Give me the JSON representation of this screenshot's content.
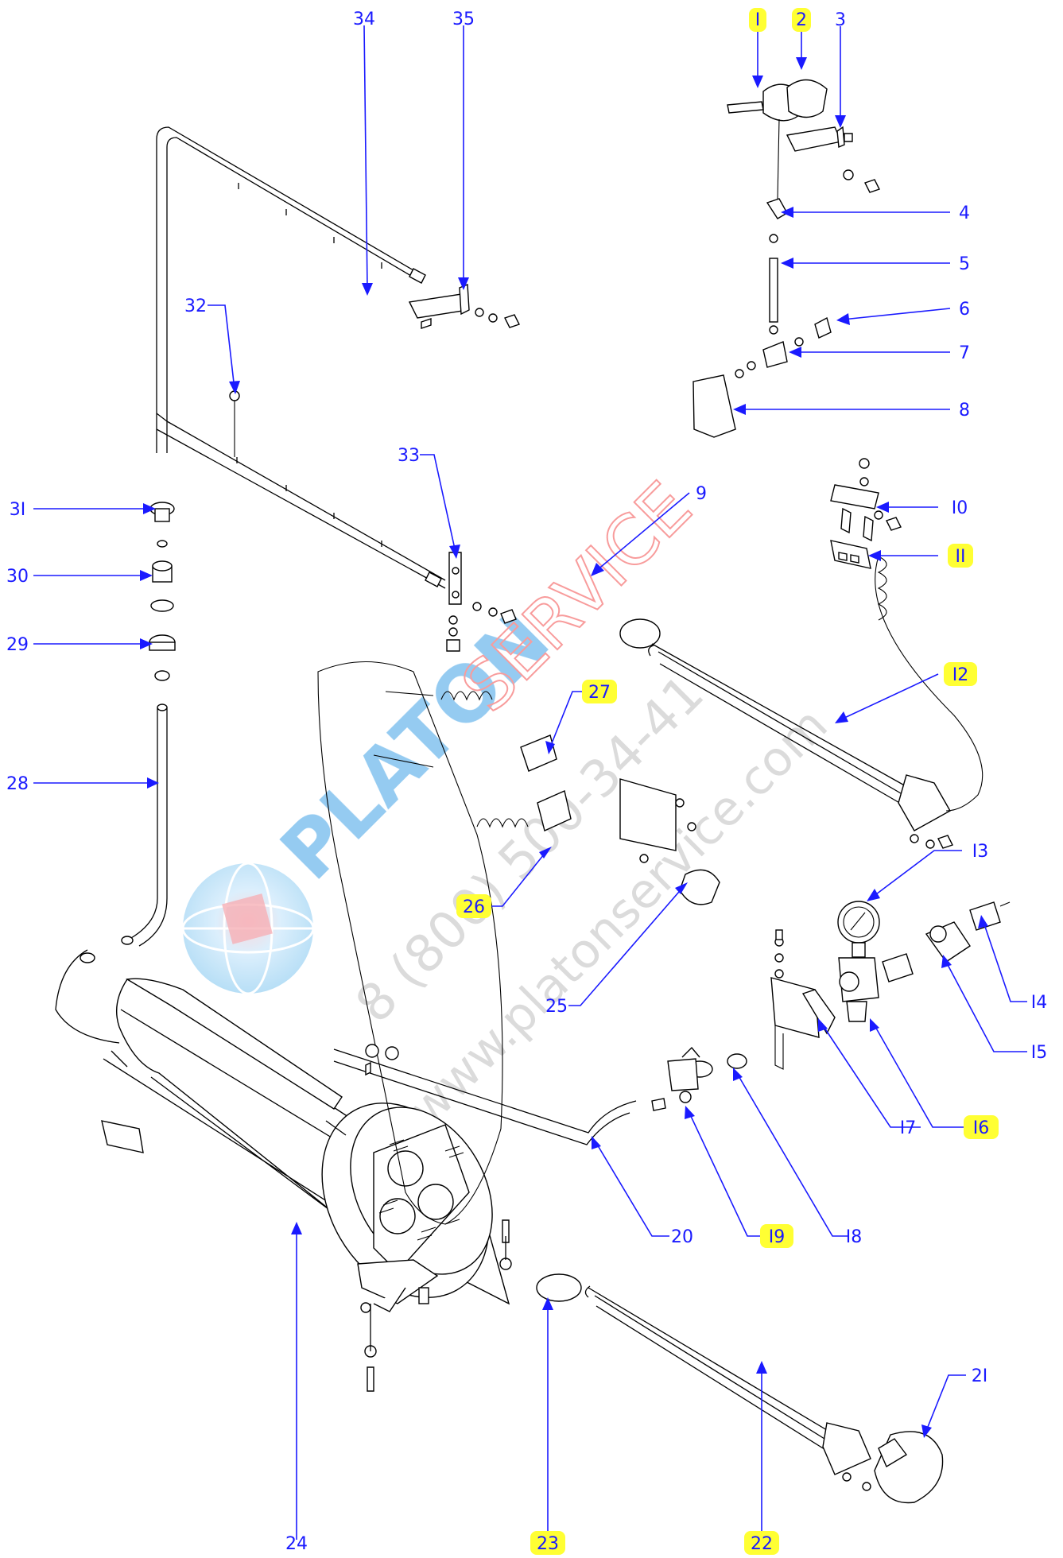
{
  "highlight_color": "#ffff33",
  "label_color": "#1a1aff",
  "watermark": {
    "brand_left": "PLATON",
    "brand_right": "SERVICE",
    "phone": "8 (800) 500-34-41",
    "site": "www.platonservice.com",
    "colors": {
      "left": "#3ea1e6",
      "right": "#f24c4c",
      "text": "#bdbdbd"
    }
  },
  "callouts": {
    "c1": "I",
    "c2": "2",
    "c3": "3",
    "c4": "4",
    "c5": "5",
    "c6": "6",
    "c7": "7",
    "c8": "8",
    "c9": "9",
    "c10": "I0",
    "c11": "II",
    "c12": "I2",
    "c13": "I3",
    "c14": "I4",
    "c15": "I5",
    "c16": "I6",
    "c17": "I7",
    "c18": "I8",
    "c19": "I9",
    "c20": "20",
    "c21": "2I",
    "c22": "22",
    "c23": "23",
    "c24": "24",
    "c25": "25",
    "c26": "26",
    "c27": "27",
    "c28": "28",
    "c29": "29",
    "c30": "30",
    "c31": "3I",
    "c32": "32",
    "c33": "33",
    "c34": "34",
    "c35": "35"
  },
  "highlighted": [
    "c1",
    "c2",
    "c11",
    "c12",
    "c16",
    "c19",
    "c22",
    "c23",
    "c26",
    "c27"
  ]
}
